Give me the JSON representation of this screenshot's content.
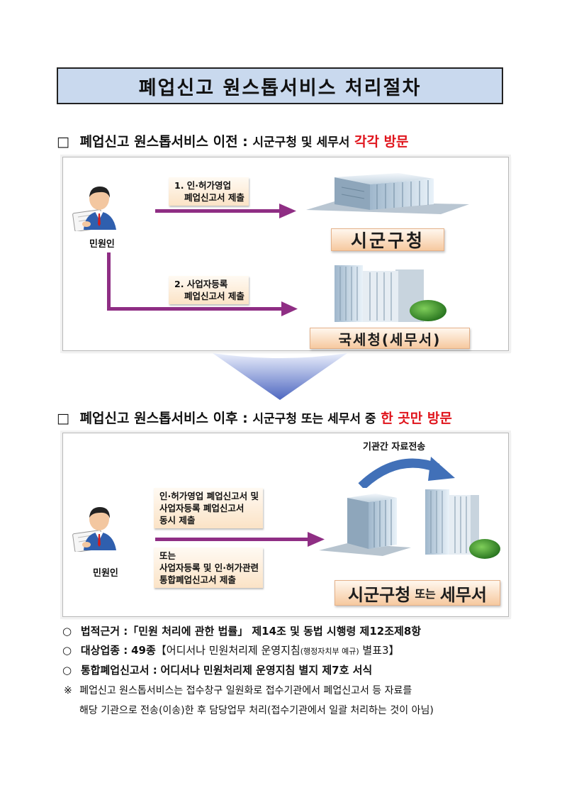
{
  "title": "폐업신고 원스톱서비스 처리절차",
  "before": {
    "marker": "□",
    "heading": "폐업신고 원스톱서비스 이전 :",
    "heading_sub": "시군구청 및 세무서",
    "heading_red": "각각 방문",
    "person_label": "민원인",
    "step1_line1": "1. 인·허가영업",
    "step1_line2": "폐업신고서 제출",
    "step2_line1": "2. 사업자등록",
    "step2_line2": "폐업신고서 제출",
    "office1": "시군구청",
    "office2": "국세청(세무서)"
  },
  "after": {
    "marker": "□",
    "heading": "폐업신고 원스톱서비스 이후 :",
    "heading_sub": "시군구청 또는 세무서 중",
    "heading_red": "한 곳만 방문",
    "transfer_label": "기관간 자료전송",
    "person_label": "민원인",
    "note1_line1": "인·허가영업 폐업신고서 및",
    "note1_line2": "사업자등록 폐업신고서",
    "note1_line3": "동시 제출",
    "note2_line1": "또는",
    "note2_line2": "사업자등록 및 인·허가관련",
    "note2_line3": "통합폐업신고서 제출",
    "office_a": "시군구청",
    "office_or": "또는",
    "office_b": "세무서"
  },
  "bullets": [
    {
      "marker": "○",
      "label": "법적근거 :",
      "text": "「민원 처리에 관한 법률」 제14조 및 동법 시행령 제12조제8항"
    },
    {
      "marker": "○",
      "label": "대상업종 :",
      "text_bold": "49종",
      "text_a": "【어디서나 민원처리제 운영지침",
      "text_small": "(행정자치부 예규)",
      "text_b": " 별표3】"
    },
    {
      "marker": "○",
      "label": "통합폐업신고서 :",
      "text": "어디서나 민원처리제 운영지침 별지 제7호 서식"
    }
  ],
  "footnote": {
    "marker": "※",
    "line1": "폐업신고 원스톱서비스는 접수창구 일원화로 접수기관에서 폐업신고서 등 자료를",
    "line2": "해당 기관으로 전송(이송)한 후 담당업무 처리(접수기관에서 일괄 처리하는 것이 아님)"
  },
  "colors": {
    "title_bg": "#c9d9ee",
    "accent_red": "#e0141c",
    "arrow_purple": "#8f2e84",
    "down_arrow_blue": "#5d76c8"
  }
}
